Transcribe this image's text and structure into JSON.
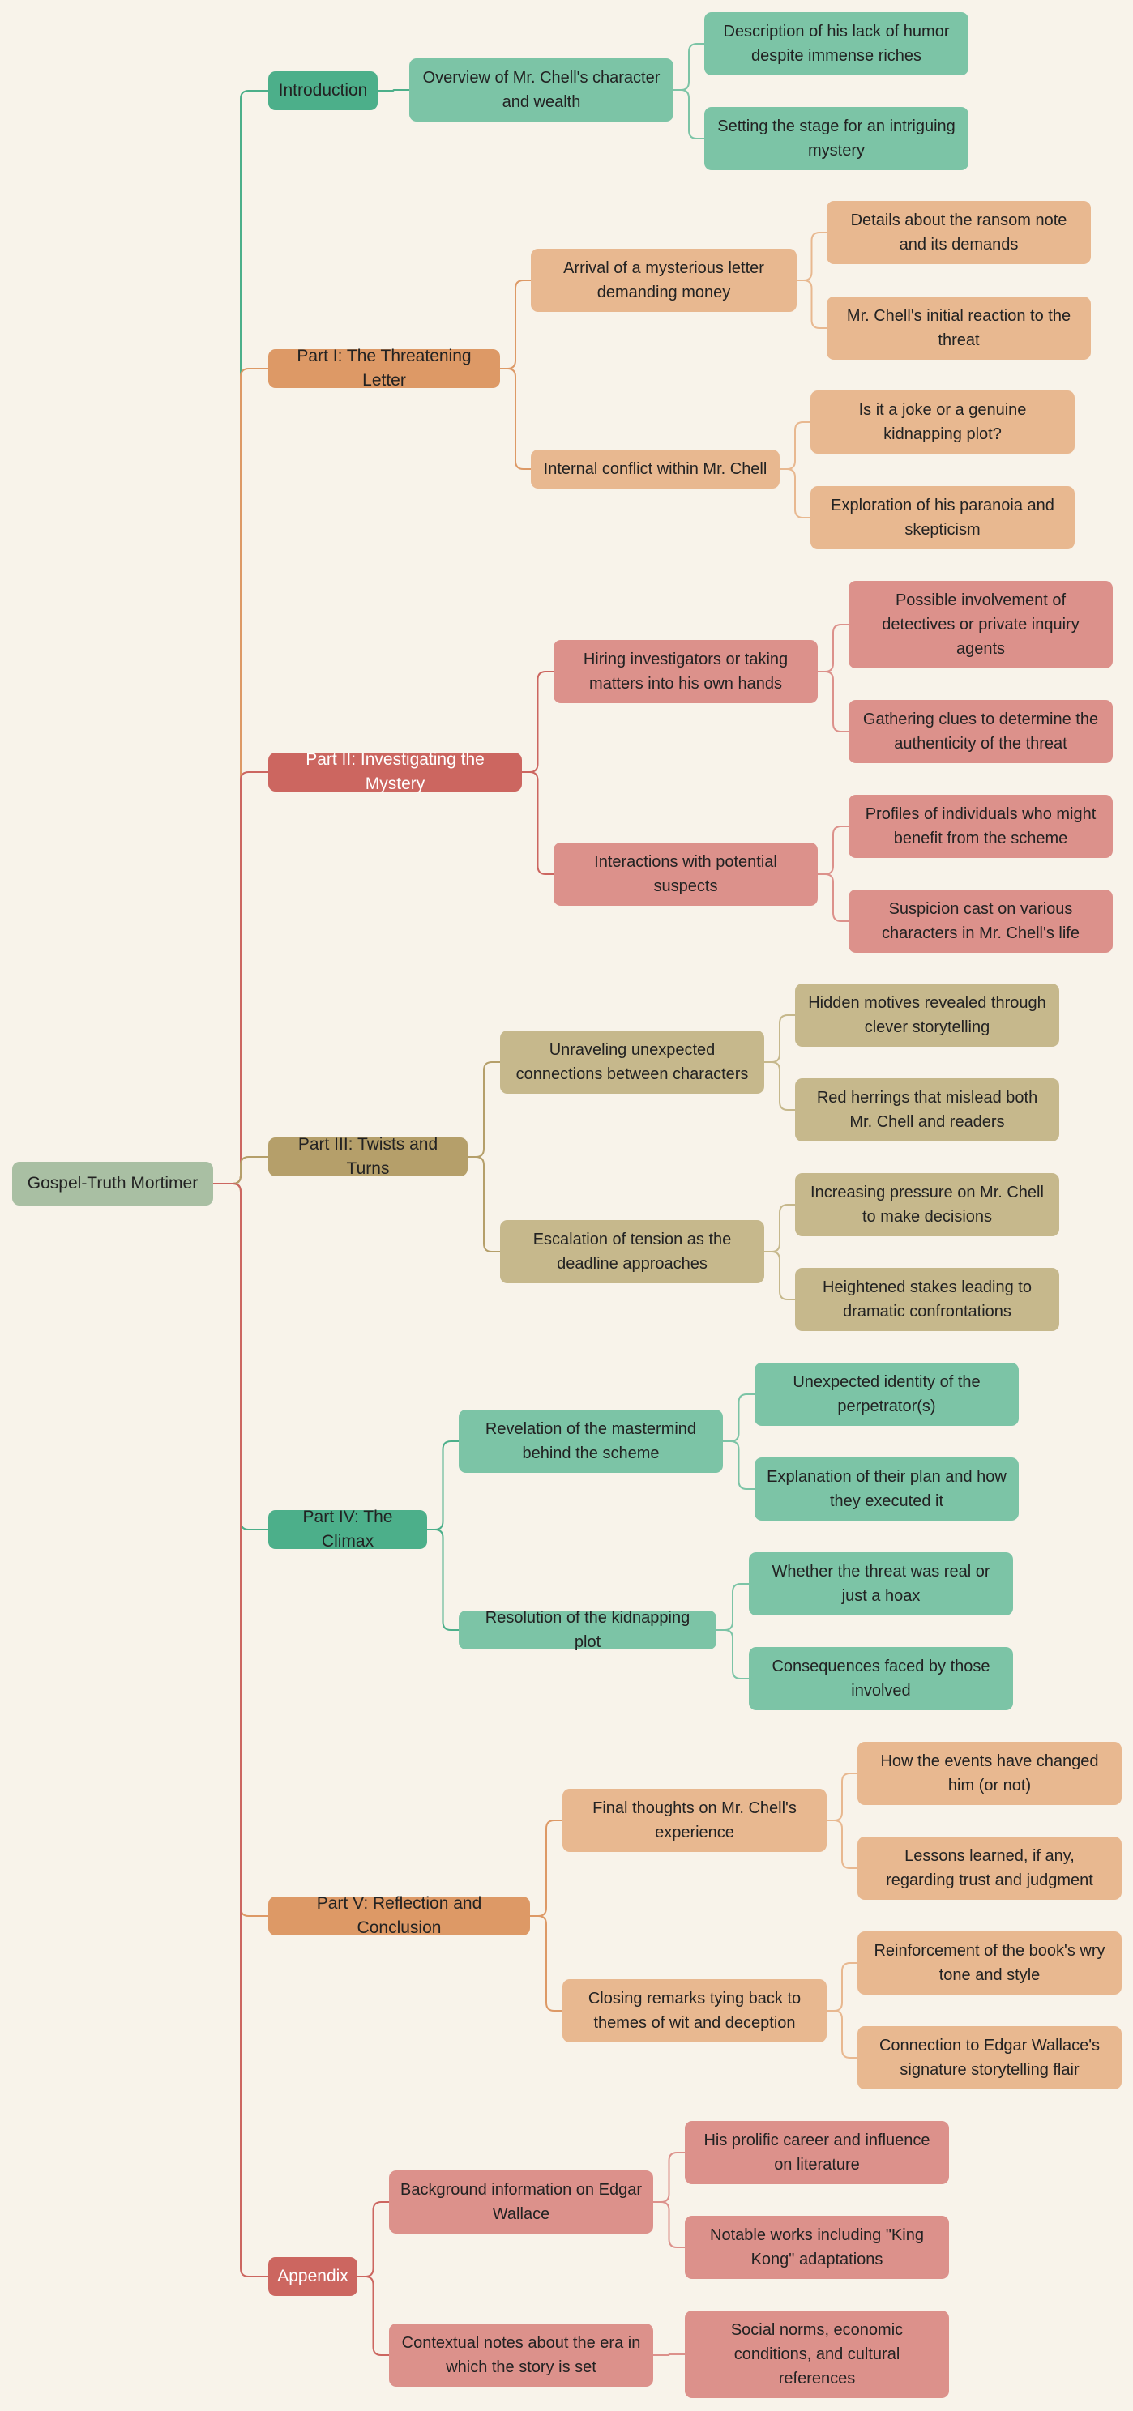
{
  "colors": {
    "background": "#f8f3ea",
    "root": "#a9bfa3",
    "green_dark": "#4caf8a",
    "green_light": "#7cc4a6",
    "orange_dark": "#dd9966",
    "orange_light": "#e8b890",
    "red_dark": "#cc6660",
    "red_light": "#dc918b",
    "olive_dark": "#b59f6a",
    "olive_light": "#c6b88c"
  },
  "mindmap": {
    "root": {
      "label": "Gospel-Truth Mortimer"
    },
    "sections": [
      {
        "label": "Introduction",
        "theme": "green",
        "children": [
          {
            "label": "Overview of Mr. Chell's character and wealth",
            "children": [
              {
                "label": "Description of his lack of humor despite immense riches"
              },
              {
                "label": "Setting the stage for an intriguing mystery"
              }
            ]
          }
        ]
      },
      {
        "label": "Part I: The Threatening Letter",
        "theme": "orange",
        "children": [
          {
            "label": "Arrival of a mysterious letter demanding money",
            "children": [
              {
                "label": "Details about the ransom note and its demands"
              },
              {
                "label": "Mr. Chell's initial reaction to the threat"
              }
            ]
          },
          {
            "label": "Internal conflict within Mr. Chell",
            "children": [
              {
                "label": "Is it a joke or a genuine kidnapping plot?"
              },
              {
                "label": "Exploration of his paranoia and skepticism"
              }
            ]
          }
        ]
      },
      {
        "label": "Part II: Investigating the Mystery",
        "theme": "red",
        "children": [
          {
            "label": "Hiring investigators or taking matters into his own hands",
            "children": [
              {
                "label": "Possible involvement of detectives or private inquiry agents"
              },
              {
                "label": "Gathering clues to determine the authenticity of the threat"
              }
            ]
          },
          {
            "label": "Interactions with potential suspects",
            "children": [
              {
                "label": "Profiles of individuals who might benefit from the scheme"
              },
              {
                "label": "Suspicion cast on various characters in Mr. Chell's life"
              }
            ]
          }
        ]
      },
      {
        "label": "Part III: Twists and Turns",
        "theme": "olive",
        "children": [
          {
            "label": "Unraveling unexpected connections between characters",
            "children": [
              {
                "label": "Hidden motives revealed through clever storytelling"
              },
              {
                "label": "Red herrings that mislead both Mr. Chell and readers"
              }
            ]
          },
          {
            "label": "Escalation of tension as the deadline approaches",
            "children": [
              {
                "label": "Increasing pressure on Mr. Chell to make decisions"
              },
              {
                "label": "Heightened stakes leading to dramatic confrontations"
              }
            ]
          }
        ]
      },
      {
        "label": "Part IV: The Climax",
        "theme": "green",
        "children": [
          {
            "label": "Revelation of the mastermind behind the scheme",
            "children": [
              {
                "label": "Unexpected identity of the perpetrator(s)"
              },
              {
                "label": "Explanation of their plan and how they executed it"
              }
            ]
          },
          {
            "label": "Resolution of the kidnapping plot",
            "children": [
              {
                "label": "Whether the threat was real or just a hoax"
              },
              {
                "label": "Consequences faced by those involved"
              }
            ]
          }
        ]
      },
      {
        "label": "Part V: Reflection and Conclusion",
        "theme": "orange",
        "children": [
          {
            "label": "Final thoughts on Mr. Chell's experience",
            "children": [
              {
                "label": "How the events have changed him (or not)"
              },
              {
                "label": "Lessons learned, if any, regarding trust and judgment"
              }
            ]
          },
          {
            "label": "Closing remarks tying back to themes of wit and deception",
            "children": [
              {
                "label": "Reinforcement of the book's wry tone and style"
              },
              {
                "label": "Connection to Edgar Wallace's signature storytelling flair"
              }
            ]
          }
        ]
      },
      {
        "label": "Appendix",
        "theme": "red",
        "children": [
          {
            "label": "Background information on Edgar Wallace",
            "children": [
              {
                "label": "His prolific career and influence on literature"
              },
              {
                "label": "Notable works including \"King Kong\" adaptations"
              }
            ]
          },
          {
            "label": "Contextual notes about the era in which the story is set",
            "children": [
              {
                "label": "Social norms, economic conditions, and cultural references"
              }
            ]
          }
        ]
      }
    ]
  }
}
